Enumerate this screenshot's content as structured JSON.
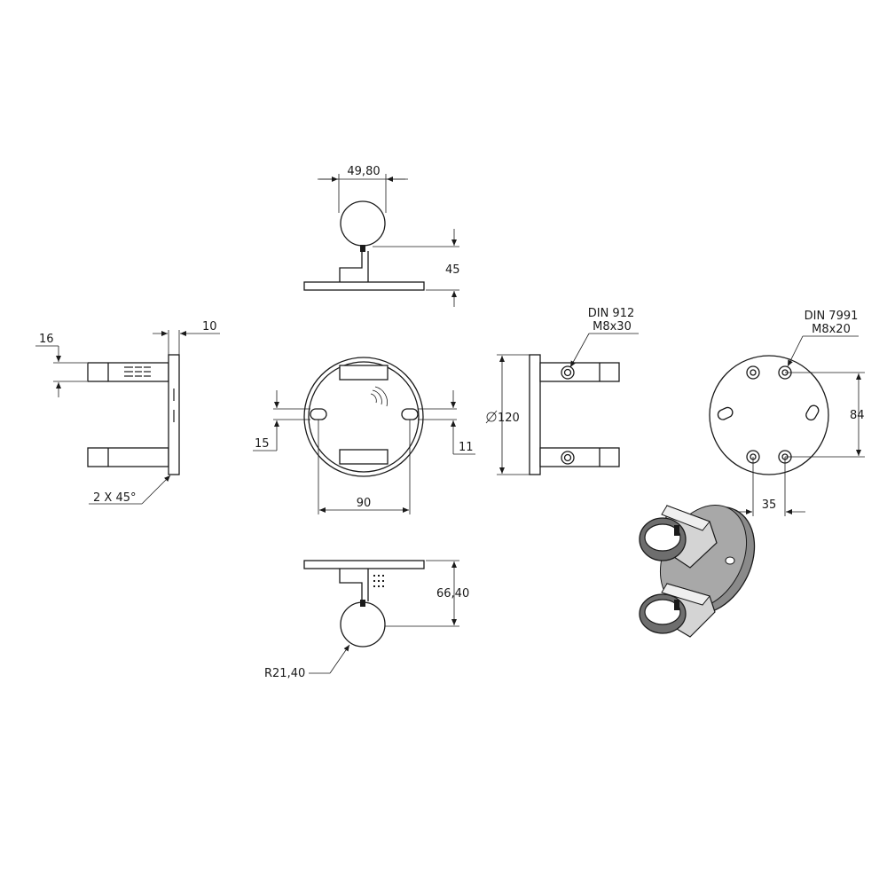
{
  "dimensions": {
    "tube_width": "49,80",
    "height_top": "45",
    "flange_thickness": "10",
    "arm_height": "16",
    "chamfer": "2 X 45°",
    "slot_offset_left": "15",
    "slot_offset_right": "11",
    "slot_spacing": "90",
    "plate_diameter": "120",
    "hole_spacing_vertical": "84",
    "hole_spacing_horizontal": "35",
    "height_bottom": "66,40",
    "tube_radius": "R21,40"
  },
  "callouts": {
    "screw_standard": "DIN 912",
    "screw_size": "M8x30",
    "countersunk_standard": "DIN 7991",
    "countersunk_size": "M8x20"
  },
  "colors": {
    "line": "#1a1a1a",
    "shade_dark": "#6e6e6e",
    "shade_mid": "#a8a8a8",
    "shade_light": "#d4d4d4"
  }
}
